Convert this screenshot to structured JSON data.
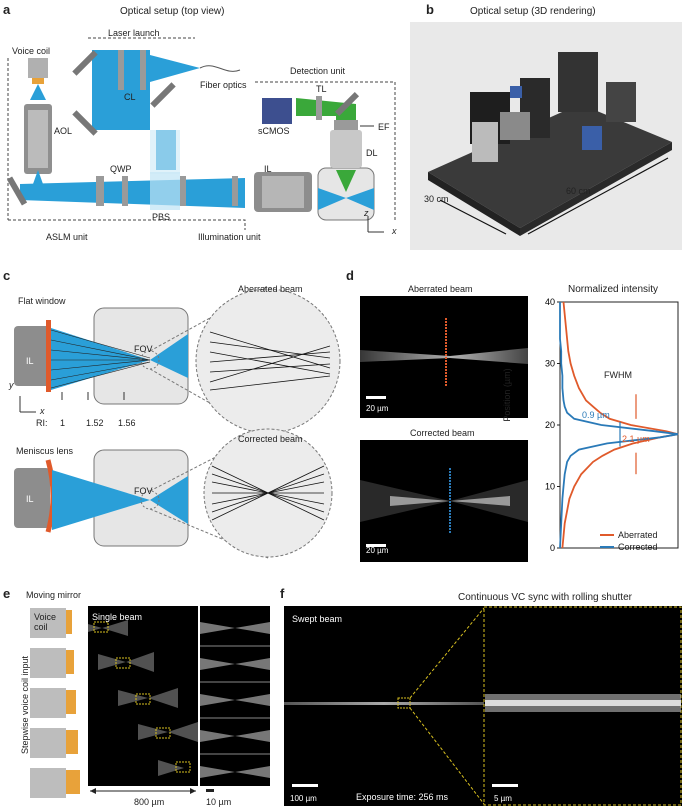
{
  "panels": {
    "a": {
      "letter": "a",
      "title": "Optical setup (top view)",
      "labels": {
        "laser_launch": "Laser launch",
        "voice_coil": "Voice coil",
        "cl": "CL",
        "fiber_optics": "Fiber optics",
        "detection_unit": "Detection unit",
        "tl": "TL",
        "ef": "EF",
        "scmos": "sCMOS",
        "dl": "DL",
        "aol": "AOL",
        "qwp": "QWP",
        "il": "IL",
        "pbs": "PBS",
        "aslm_unit": "ASLM unit",
        "illumination_unit": "Illumination unit",
        "axis_z": "z",
        "axis_x": "x"
      }
    },
    "b": {
      "letter": "b",
      "title": "Optical setup (3D rendering)",
      "dim_60": "60 cm",
      "dim_30": "30 cm"
    },
    "c": {
      "letter": "c",
      "flat_window": "Flat window",
      "il": "IL",
      "fov": "FOV",
      "axis_y": "y",
      "axis_x": "x",
      "ri_label": "RI:",
      "ri_values": [
        "1",
        "1.52",
        "1.56"
      ],
      "aberrated_beam": "Aberrated beam",
      "meniscus_lens": "Meniscus lens",
      "il2": "IL",
      "fov2": "FOV",
      "corrected_beam": "Corrected beam"
    },
    "d": {
      "letter": "d",
      "aberrated_beam": "Aberrated beam",
      "corrected_beam": "Corrected beam",
      "scalebar1": "20 µm",
      "scalebar2": "20 µm"
    },
    "e": {
      "letter": "e",
      "moving_mirror": "Moving mirror",
      "voice_coil": "Voice\ncoil",
      "single_beam": "Single beam",
      "side_label": "Stepwise voice coil input",
      "width_label": "800 µm",
      "scale_label": "10 µm"
    },
    "f": {
      "letter": "f",
      "title": "Continuous VC sync with rolling shutter",
      "swept_beam": "Swept beam",
      "scalebar_left": "100 µm",
      "exposure": "Exposure time: 256 ms",
      "scalebar_right": "5 µm"
    }
  },
  "chart_data": {
    "type": "line",
    "title": "Normalized intensity",
    "xlabel": "",
    "ylabel": "Position (µm)",
    "ylim": [
      0,
      40
    ],
    "yticks": [
      0,
      10,
      20,
      30,
      40
    ],
    "xlim": [
      0,
      1
    ],
    "legend_position": "bottom-right",
    "series": [
      {
        "name": "Aberrated",
        "color": "#e05a2b",
        "y": [
          0,
          4,
          8,
          10,
          12,
          14,
          15,
          16,
          17,
          18,
          18.5,
          19,
          20,
          21,
          22,
          23,
          24,
          26,
          28,
          30,
          32,
          34,
          36,
          38,
          40
        ],
        "x": [
          0.02,
          0.04,
          0.08,
          0.12,
          0.18,
          0.28,
          0.36,
          0.46,
          0.62,
          0.85,
          1.0,
          0.9,
          0.6,
          0.42,
          0.34,
          0.28,
          0.22,
          0.16,
          0.12,
          0.09,
          0.07,
          0.06,
          0.05,
          0.04,
          0.03
        ]
      },
      {
        "name": "Corrected",
        "color": "#2a7ab8",
        "y": [
          0,
          4,
          8,
          10,
          12,
          14,
          15,
          16,
          17,
          18,
          18.5,
          19,
          20,
          21,
          22,
          23,
          24,
          26,
          28,
          30,
          32,
          34,
          36,
          38,
          40
        ],
        "x": [
          0.0,
          0.01,
          0.02,
          0.03,
          0.04,
          0.06,
          0.09,
          0.16,
          0.4,
          0.85,
          1.0,
          0.8,
          0.35,
          0.12,
          0.06,
          0.04,
          0.03,
          0.02,
          0.02,
          0.01,
          0.01,
          0.0,
          0.0,
          0.0,
          0.0
        ]
      }
    ],
    "annotations": {
      "fwhm": "FWHM",
      "corrected_fwhm": "0.9 µm",
      "aberrated_fwhm": "2.1 µm"
    }
  }
}
